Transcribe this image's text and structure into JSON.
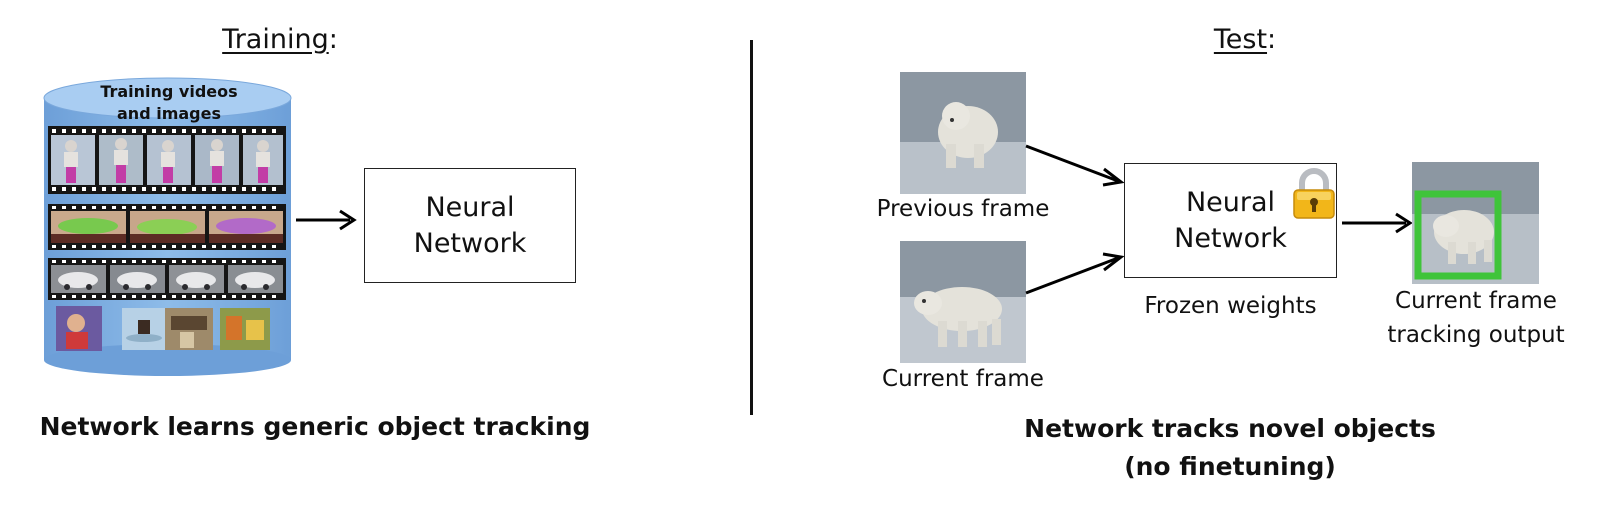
{
  "training": {
    "heading": "Training",
    "heading_suffix": ":",
    "dataset_label_line1": "Training videos",
    "dataset_label_line2": "and images",
    "network_line1": "Neural",
    "network_line2": "Network",
    "caption": "Network learns generic object tracking"
  },
  "test": {
    "heading": "Test",
    "heading_suffix": ":",
    "previous_frame": "Previous frame",
    "current_frame": "Current frame",
    "network_line1": "Neural",
    "network_line2": "Network",
    "frozen_weights": "Frozen weights",
    "output_line1": "Current frame",
    "output_line2": "tracking output",
    "caption_line1": "Network tracks novel objects",
    "caption_line2": "(no finetuning)"
  },
  "colors": {
    "cylinder": "#7fb0e6",
    "cylinder_top": "#a9cdf2",
    "box_green": "#3fc43a",
    "lock_gold": "#f2b619"
  },
  "icons": {
    "lock": "padlock-icon"
  }
}
